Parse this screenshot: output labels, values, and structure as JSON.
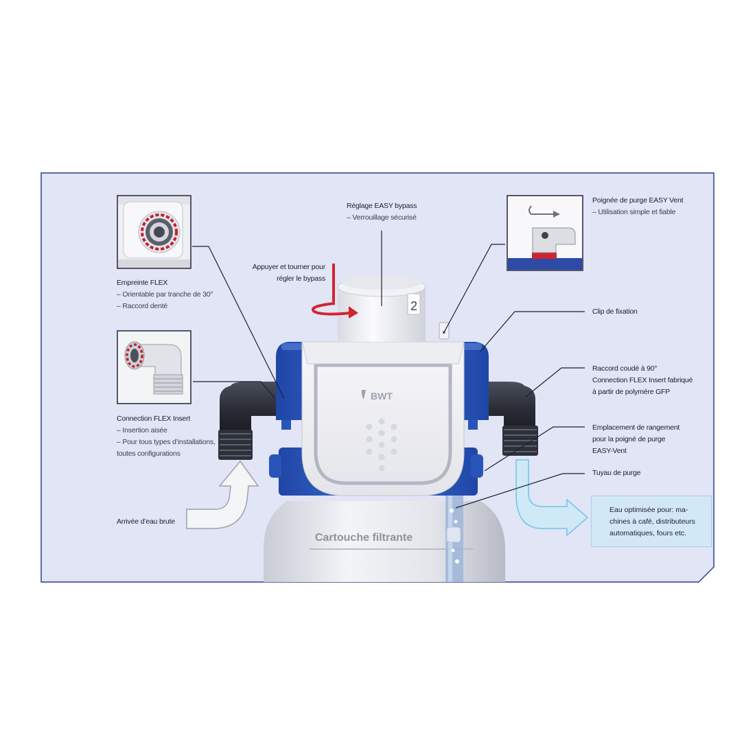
{
  "colors": {
    "panel_bg": "#e1e5f5",
    "panel_border": "#2a3f8f",
    "housing_blue": "#2f5ec4",
    "accent_red": "#d0242f",
    "flow_blue": "#8fd0ef",
    "output_box": "#d3e8f6"
  },
  "brand": "BWT",
  "cartridge_label": "Cartouche filtrante",
  "dial_number": "2",
  "labels": {
    "bypass": {
      "title": "Réglage EASY bypass",
      "lines": [
        "– Verrouillage sécurisé"
      ]
    },
    "press_turn": {
      "lines": [
        "Appuyer et tourner pour",
        "régler le bypass"
      ]
    },
    "empreinte": {
      "title": "Empreinte FLEX",
      "lines": [
        "– Orientable par tranche de 30°",
        "– Raccord denté"
      ]
    },
    "connection_insert": {
      "title": "Connection FLEX Insert",
      "lines": [
        "– Insertion aisée",
        "– Pour tous types d’installations,",
        "toutes configurations"
      ]
    },
    "arrivee": {
      "title": "Arrivée d’eau brute"
    },
    "poignee": {
      "title": "Poignée de purge EASY Vent",
      "lines": [
        "– Utilisation simple et fiable"
      ]
    },
    "clip": {
      "title": "Clip de fixation"
    },
    "raccord": {
      "lines": [
        "Raccord coudé à 90°",
        "Connection FLEX Insert fabriqué",
        "à partir de polymère GFP"
      ]
    },
    "emplacement": {
      "lines": [
        "Emplacement de rangement",
        "pour la poigné de purge",
        "EASY-Vent"
      ]
    },
    "tuyau": {
      "title": "Tuyau de purge"
    },
    "output": {
      "lines": [
        "Eau optimisée pour: ma-",
        "chines à café, distributeurs",
        "automatiques, fours etc."
      ]
    }
  },
  "icons": [
    "rotate-arrow-icon",
    "flex-connector-photo",
    "elbow-connector-photo",
    "purge-handle-icon",
    "inlet-arrow-icon",
    "outlet-arrow-icon"
  ]
}
